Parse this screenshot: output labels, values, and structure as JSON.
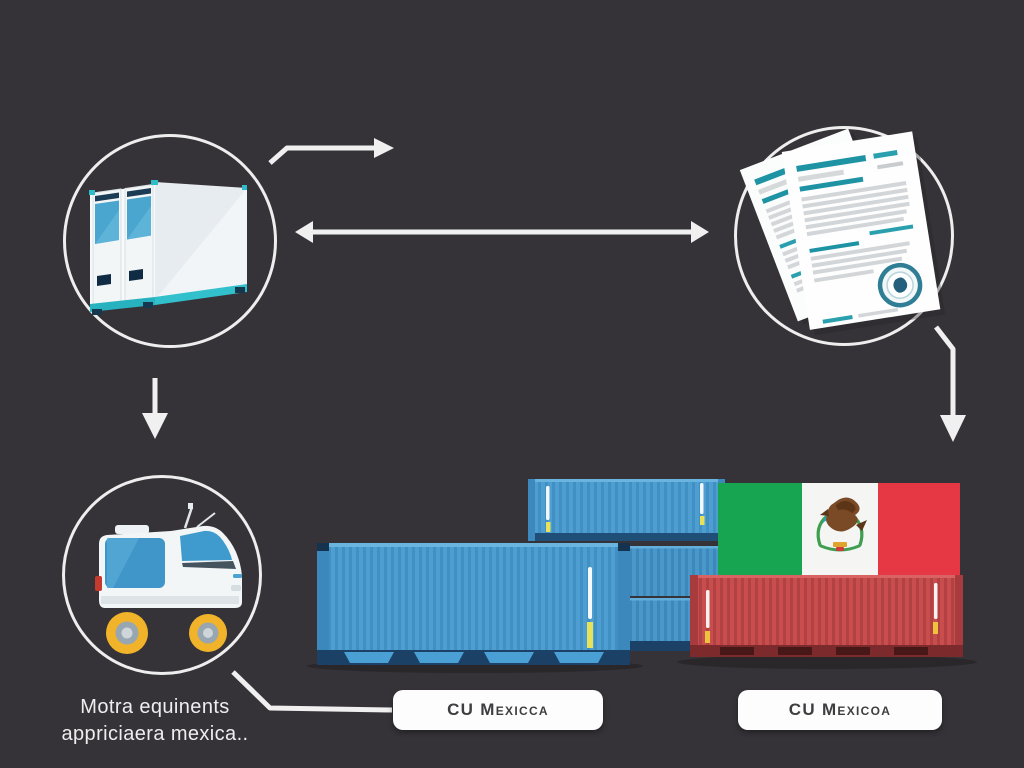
{
  "scene": {
    "caption": {
      "line1": "Motra equinents",
      "line2": "appriciaera mexica.."
    },
    "labels": {
      "left": "CU Mexicca",
      "right": "CU Mexicoa"
    },
    "icons": [
      "reefer-container-icon",
      "customs-documents-icon",
      "document-seal-icon",
      "delivery-truck-icon",
      "cargo-container-stack-icon",
      "mexico-flag-panel",
      "mexico-coat-of-arms-icon"
    ],
    "colors": {
      "background": "#363338",
      "outline": "#eeeeee",
      "container_blue": "#4f9ed2",
      "container_red": "#c94b4c",
      "flag_green": "#18a551",
      "flag_red": "#e53744",
      "document_teal": "#1d93a4",
      "reefer_teal": "#2fbdc9",
      "wheel_yellow": "#f0b32a"
    }
  }
}
